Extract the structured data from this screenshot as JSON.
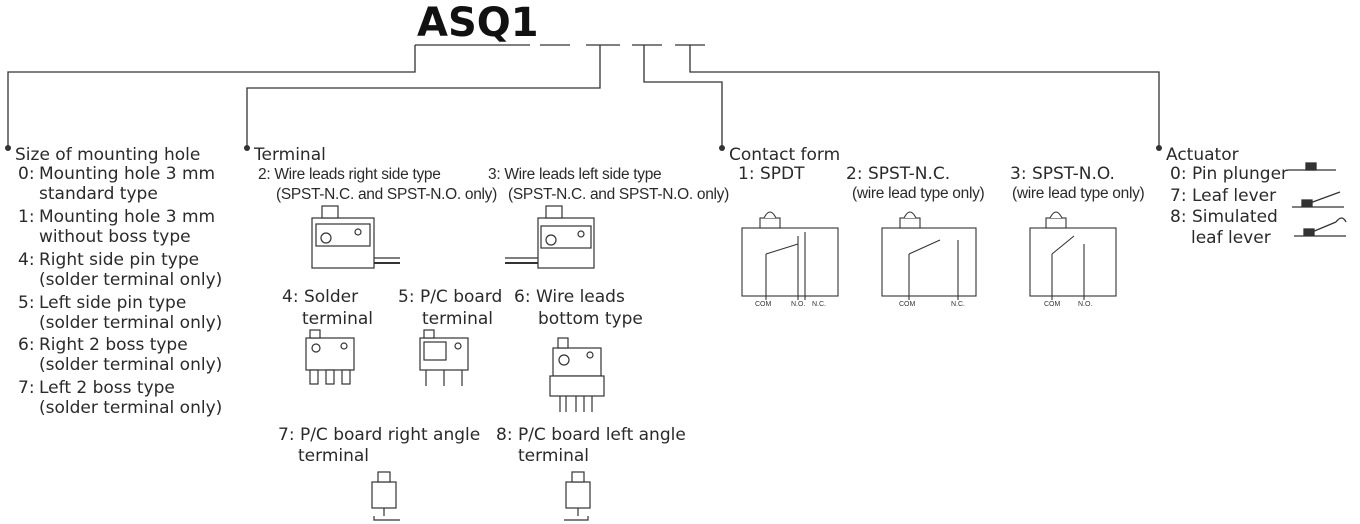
{
  "title": "ASQ1",
  "size": {
    "header": "Size of mounting hole",
    "items": [
      {
        "code": "0:",
        "line1": "Mounting hole 3 mm",
        "line2": "standard type"
      },
      {
        "code": "1:",
        "line1": "Mounting hole 3 mm",
        "line2": "without boss type"
      },
      {
        "code": "4:",
        "line1": "Right side pin type",
        "line2": "(solder terminal only)"
      },
      {
        "code": "5:",
        "line1": "Left side pin type",
        "line2": "(solder terminal only)"
      },
      {
        "code": "6:",
        "line1": "Right 2 boss type",
        "line2": "(solder terminal only)"
      },
      {
        "code": "7:",
        "line1": "Left 2 boss type",
        "line2": "(solder terminal only)"
      }
    ]
  },
  "terminal": {
    "header": "Terminal",
    "t2": {
      "line1": "2: Wire leads right side type",
      "line2": "(SPST-N.C. and SPST-N.O. only)"
    },
    "t3": {
      "line1": "3: Wire leads left side type",
      "line2": "(SPST-N.C. and SPST-N.O. only)"
    },
    "t4": {
      "line1": "4: Solder",
      "line2": "terminal"
    },
    "t5": {
      "line1": "5: P/C board",
      "line2": "terminal"
    },
    "t6": {
      "line1": "6: Wire leads",
      "line2": "bottom type"
    },
    "t7": {
      "line1": "7: P/C board right angle",
      "line2": "terminal"
    },
    "t8": {
      "line1": "8: P/C board left angle",
      "line2": "terminal"
    }
  },
  "contact": {
    "header": "Contact form",
    "c1": {
      "label": "1: SPDT",
      "pins": [
        "COM",
        "N.O.",
        "N.C."
      ]
    },
    "c2": {
      "label": "2: SPST-N.C.",
      "note": "(wire lead type only)",
      "pins": [
        "COM",
        "N.C."
      ]
    },
    "c3": {
      "label": "3: SPST-N.O.",
      "note": "(wire lead type only)",
      "pins": [
        "COM",
        "N.O."
      ]
    }
  },
  "actuator": {
    "header": "Actuator",
    "items": [
      {
        "label": "0: Pin plunger",
        "icon": "pin-plunger-icon"
      },
      {
        "label": "7: Leaf lever",
        "icon": "leaf-lever-icon"
      },
      {
        "label": "8: Simulated",
        "label2": "leaf lever",
        "icon": "simulated-leaf-lever-icon"
      }
    ]
  }
}
